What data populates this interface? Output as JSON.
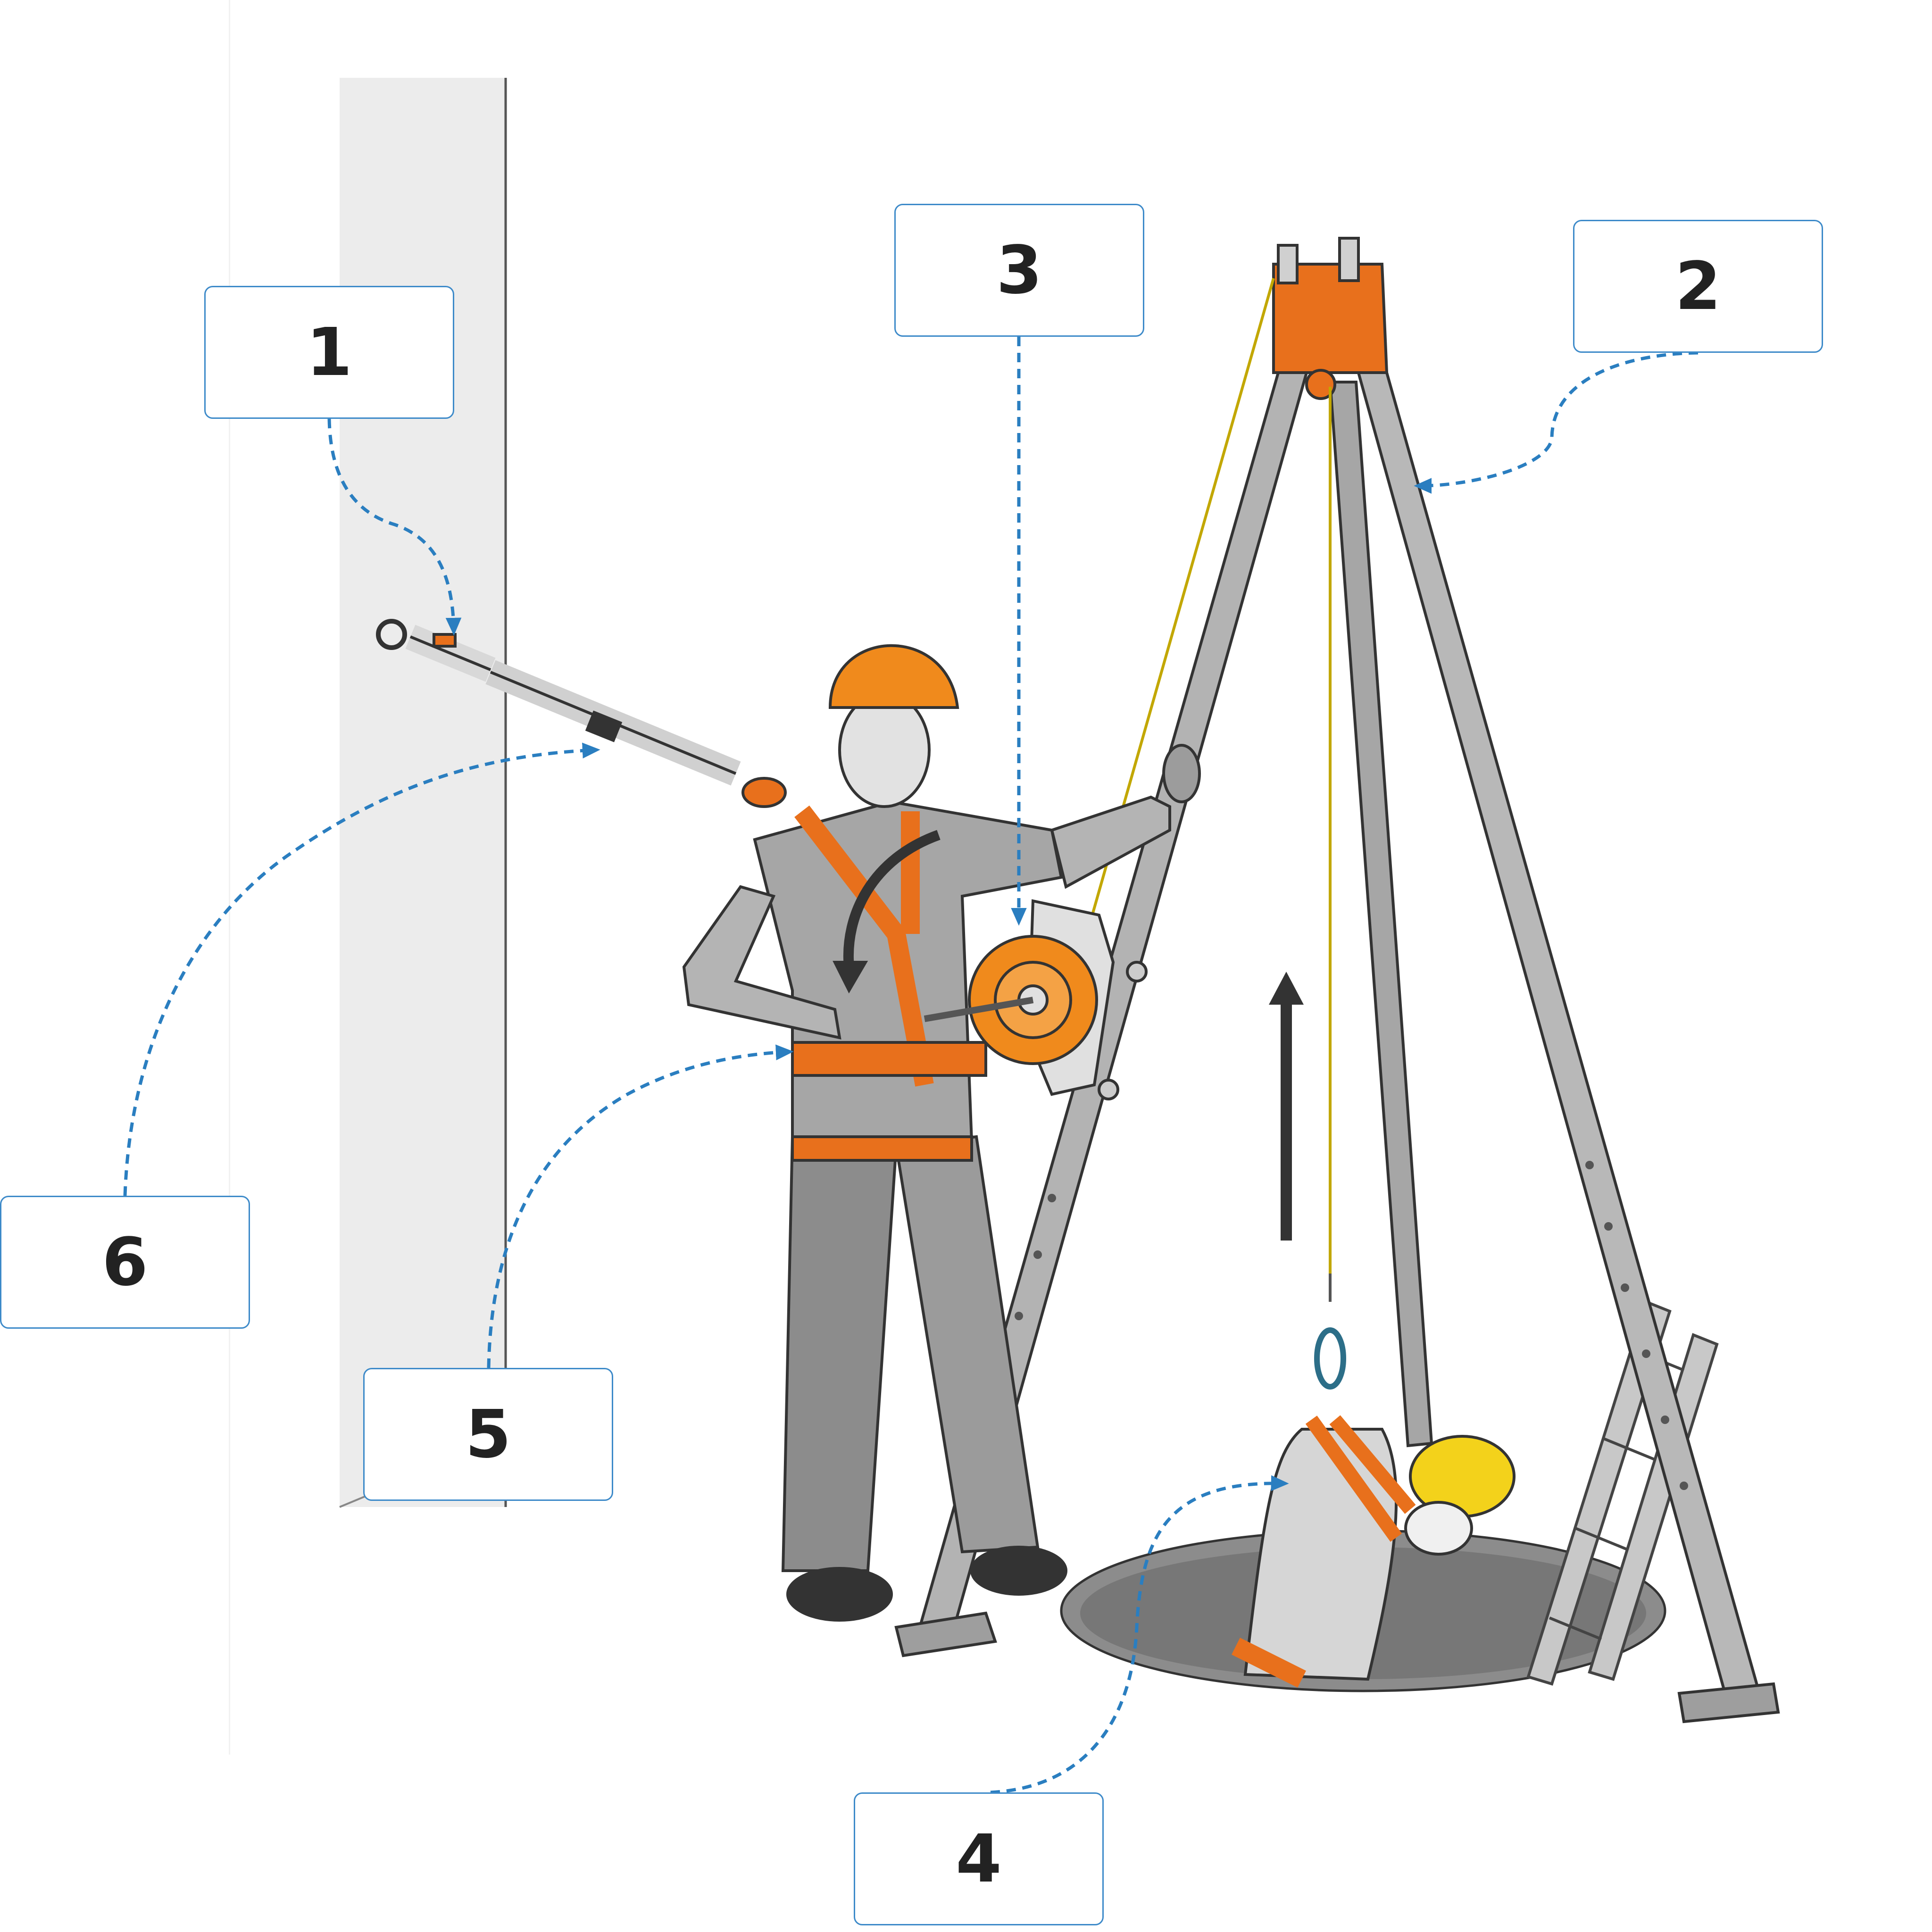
{
  "callouts": [
    {
      "id": "1",
      "label": "1"
    },
    {
      "id": "2",
      "label": "2"
    },
    {
      "id": "3",
      "label": "3"
    },
    {
      "id": "4",
      "label": "4"
    },
    {
      "id": "5",
      "label": "5"
    },
    {
      "id": "6",
      "label": "6"
    }
  ],
  "colors": {
    "callout_border": "#3d8ac9",
    "leader_line": "#2a7ec0",
    "harness_orange": "#e8701c",
    "helmet_orange": "#f08a1c",
    "helmet_yellow": "#f3d21b",
    "tripod_gray": "#b3b3b3",
    "wall_gray": "#ececec",
    "clothing_gray": "#9b9b9b"
  },
  "icons": [
    "tripod-icon",
    "winch-icon",
    "lanyard-icon",
    "anchor-ring-icon",
    "rescuer-figure",
    "victim-figure",
    "ladder-icon",
    "manhole-icon",
    "lift-arrow-icon",
    "crank-arrow-icon"
  ]
}
